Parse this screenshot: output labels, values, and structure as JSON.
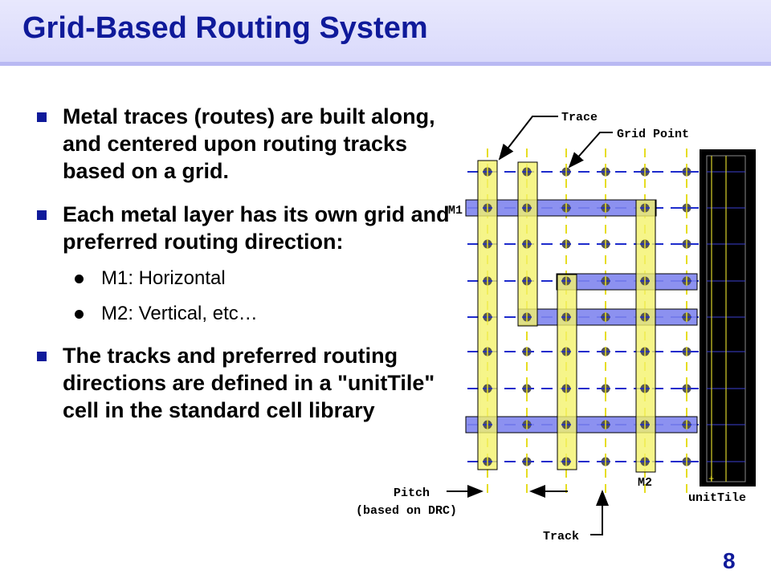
{
  "header": {
    "title": "Grid-Based Routing System"
  },
  "bullets": [
    {
      "text": "Metal traces (routes) are built along, and centered upon routing tracks based on a grid."
    },
    {
      "text": "Each metal layer has its own grid and preferred routing direction:",
      "sub": [
        {
          "text": "M1: Horizontal"
        },
        {
          "text": "M2: Vertical, etc…"
        }
      ]
    },
    {
      "text": "The tracks and preferred routing directions are defined in a \"unitTile\" cell in the standard cell library"
    }
  ],
  "diagram": {
    "labels": {
      "trace": "Trace",
      "grid_point": "Grid Point",
      "m1": "M1",
      "m2": "M2",
      "unittile": "unitTile",
      "pitch": "Pitch",
      "pitch_note": "(based on DRC)",
      "track": "Track"
    },
    "colors": {
      "m1_fill": "#7f85ee",
      "m2_fill": "#f4f26c",
      "h_track": "#1d2bcc",
      "v_track": "#e6dd22",
      "grid_point": "#555555",
      "unittile_bg": "#000000"
    }
  },
  "footer": {
    "page_number": "8"
  }
}
